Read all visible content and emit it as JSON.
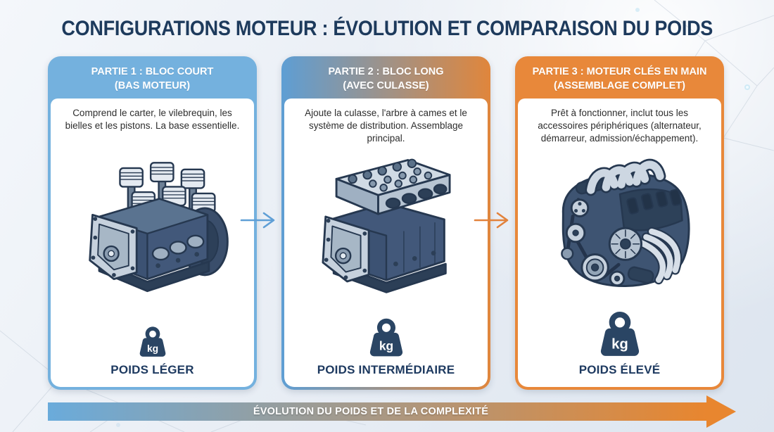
{
  "title": "CONFIGURATIONS MOTEUR : ÉVOLUTION ET COMPARAISON DU POIDS",
  "cards": [
    {
      "header_line1": "PARTIE 1 : BLOC COURT",
      "header_line2": "(BAS MOTEUR)",
      "description": "Comprend le carter, le vilebrequin, les bielles et les pistons. La base essentielle.",
      "weight_label": "POIDS LÉGER",
      "kg_label": "kg"
    },
    {
      "header_line1": "PARTIE 2 : BLOC LONG",
      "header_line2": "(AVEC CULASSE)",
      "description": "Ajoute la culasse, l'arbre à cames et le système de distribution. Assemblage principal.",
      "weight_label": "POIDS INTERMÉDIAIRE",
      "kg_label": "kg"
    },
    {
      "header_line1": "PARTIE 3 : MOTEUR CLÉS EN MAIN",
      "header_line2": "(ASSEMBLAGE COMPLET)",
      "description": "Prêt à fonctionner, inclut tous les accessoires périphériques (alternateur, démarreur, admission/échappement).",
      "weight_label": "POIDS ÉLEVÉ",
      "kg_label": "kg"
    }
  ],
  "footer": {
    "arrow_label": "ÉVOLUTION DU POIDS ET DE LA COMPLEXITÉ"
  },
  "colors": {
    "title_navy": "#1d3a5c",
    "card1_blue": "#74b1de",
    "card3_orange": "#e8883a",
    "gradient_blue": "#5e9ed4",
    "gradient_orange": "#e8862f",
    "weight_icon_navy": "#2a4564"
  }
}
